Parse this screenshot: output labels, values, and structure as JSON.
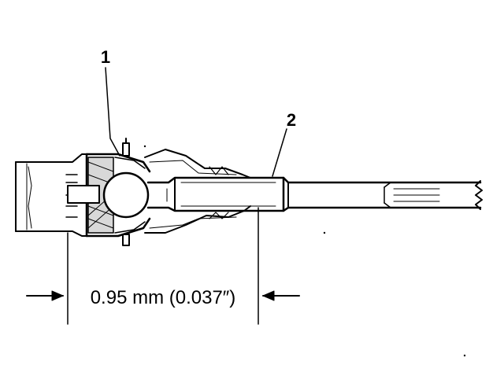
{
  "callouts": [
    {
      "number": "1"
    },
    {
      "number": "2"
    }
  ],
  "dimension": {
    "text": "0.95 mm (0.037″)"
  },
  "colors": {
    "ink": "#000000",
    "paper": "#ffffff"
  }
}
